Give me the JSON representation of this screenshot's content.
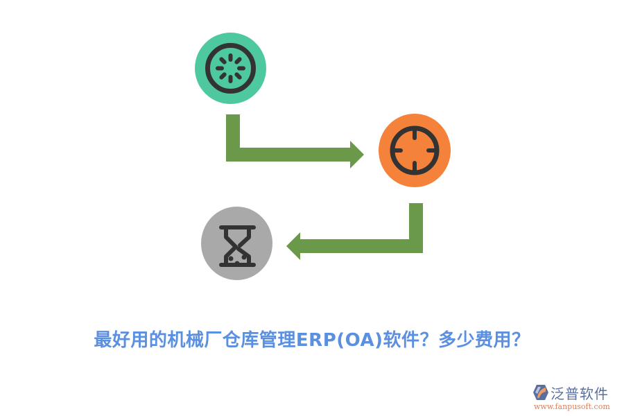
{
  "diagram": {
    "nodes": [
      {
        "id": "start",
        "icon": "loading-spinner-icon",
        "color": "#4ec99f"
      },
      {
        "id": "target",
        "icon": "crosshair-target-icon",
        "color": "#f4823a"
      },
      {
        "id": "wait",
        "icon": "hourglass-icon",
        "color": "#a9a9a9"
      }
    ],
    "edges": [
      {
        "from": "start",
        "to": "target",
        "shape": "L-arrow-right",
        "color": "#6a994a"
      },
      {
        "from": "target",
        "to": "wait",
        "shape": "L-arrow-left",
        "color": "#6a994a"
      }
    ],
    "icon_stroke_color": "#333333"
  },
  "title": {
    "text": "最好用的机械厂仓库管理ERP(OA)软件？多少费用？",
    "color": "#5b8fe0"
  },
  "logo": {
    "name": "泛普软件",
    "url": "www.fanpusoft.com"
  }
}
